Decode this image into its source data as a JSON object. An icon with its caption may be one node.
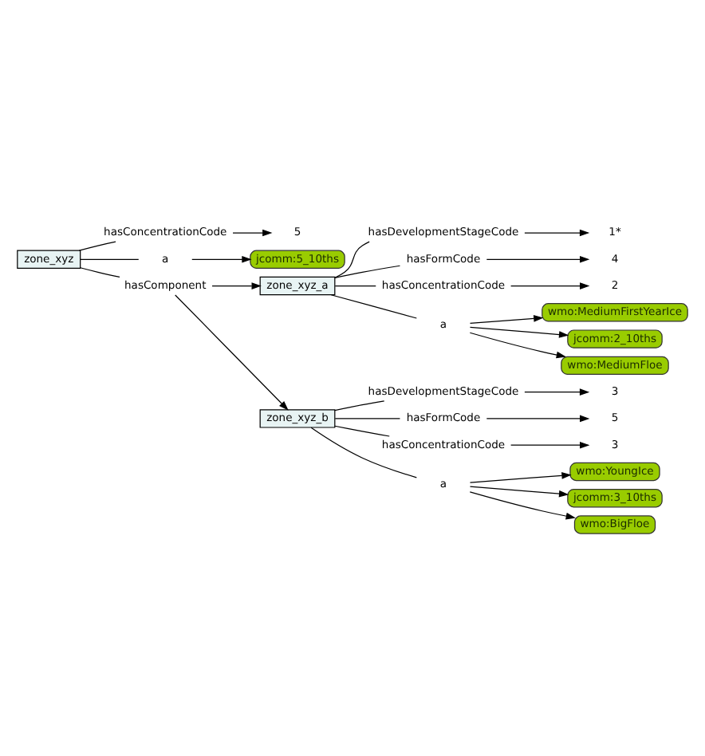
{
  "diagram": {
    "nodes": [
      {
        "text": [
          "zone_xyz"
        ]
      },
      {
        "text": [
          "hasConcentrationCode"
        ]
      },
      {
        "text": [
          "5"
        ]
      },
      {
        "text": [
          "a"
        ]
      },
      {
        "text": [
          "jcomm:5_10ths"
        ]
      },
      {
        "text": [
          "hasComponent"
        ]
      },
      {
        "text": [
          "zone_xyz_a"
        ]
      },
      {
        "text": [
          "zone_xyz_b"
        ]
      },
      {
        "text": [
          "hasDevelopmentStageCode"
        ]
      },
      {
        "text": [
          "1*"
        ]
      },
      {
        "text": [
          "hasFormCode"
        ]
      },
      {
        "text": [
          "4"
        ]
      },
      {
        "text": [
          "hasConcentrationCode"
        ]
      },
      {
        "text": [
          "2"
        ]
      },
      {
        "text": [
          "a"
        ]
      },
      {
        "text": [
          "wmo:MediumFirstYearIce"
        ]
      },
      {
        "text": [
          "jcomm:2_10ths"
        ]
      },
      {
        "text": [
          "wmo:MediumFloe"
        ]
      },
      {
        "text": [
          "hasDevelopmentStageCode"
        ]
      },
      {
        "text": [
          "3"
        ]
      },
      {
        "text": [
          "hasFormCode"
        ]
      },
      {
        "text": [
          "5"
        ]
      },
      {
        "text": [
          "hasConcentrationCode"
        ]
      },
      {
        "text": [
          "3"
        ]
      },
      {
        "text": [
          "a"
        ]
      },
      {
        "text": [
          "wmo:YoungIce"
        ]
      },
      {
        "text": [
          "jcomm:3_10ths"
        ]
      },
      {
        "text": [
          "wmo:BigFloe"
        ]
      }
    ],
    "edges": [
      {
        "from": 0,
        "to": 1,
        "arrow": "none"
      },
      {
        "from": 1,
        "to": 2,
        "arrow": "to"
      },
      {
        "from": 0,
        "to": 3,
        "arrow": "none"
      },
      {
        "from": 3,
        "to": 4,
        "arrow": "to"
      },
      {
        "from": 0,
        "to": 5,
        "arrow": "none"
      },
      {
        "from": 5,
        "to": 6,
        "arrow": "to"
      },
      {
        "from": 5,
        "to": 7,
        "arrow": "to"
      },
      {
        "from": 6,
        "to": 8,
        "arrow": "none"
      },
      {
        "from": 8,
        "to": 9,
        "arrow": "to"
      },
      {
        "from": 6,
        "to": 10,
        "arrow": "none"
      },
      {
        "from": 10,
        "to": 11,
        "arrow": "to"
      },
      {
        "from": 6,
        "to": 12,
        "arrow": "none"
      },
      {
        "from": 12,
        "to": 13,
        "arrow": "to"
      },
      {
        "from": 6,
        "to": 14,
        "arrow": "none"
      },
      {
        "from": 14,
        "to": 15,
        "arrow": "to"
      },
      {
        "from": 14,
        "to": 16,
        "arrow": "to"
      },
      {
        "from": 14,
        "to": 17,
        "arrow": "to"
      },
      {
        "from": 7,
        "to": 18,
        "arrow": "none"
      },
      {
        "from": 18,
        "to": 19,
        "arrow": "to"
      },
      {
        "from": 7,
        "to": 20,
        "arrow": "none"
      },
      {
        "from": 20,
        "to": 21,
        "arrow": "to"
      },
      {
        "from": 7,
        "to": 22,
        "arrow": "none"
      },
      {
        "from": 22,
        "to": 23,
        "arrow": "to"
      },
      {
        "from": 7,
        "to": 24,
        "arrow": "none"
      },
      {
        "from": 24,
        "to": 25,
        "arrow": "to"
      },
      {
        "from": 24,
        "to": 26,
        "arrow": "to"
      },
      {
        "from": 24,
        "to": 27,
        "arrow": "to"
      }
    ]
  }
}
